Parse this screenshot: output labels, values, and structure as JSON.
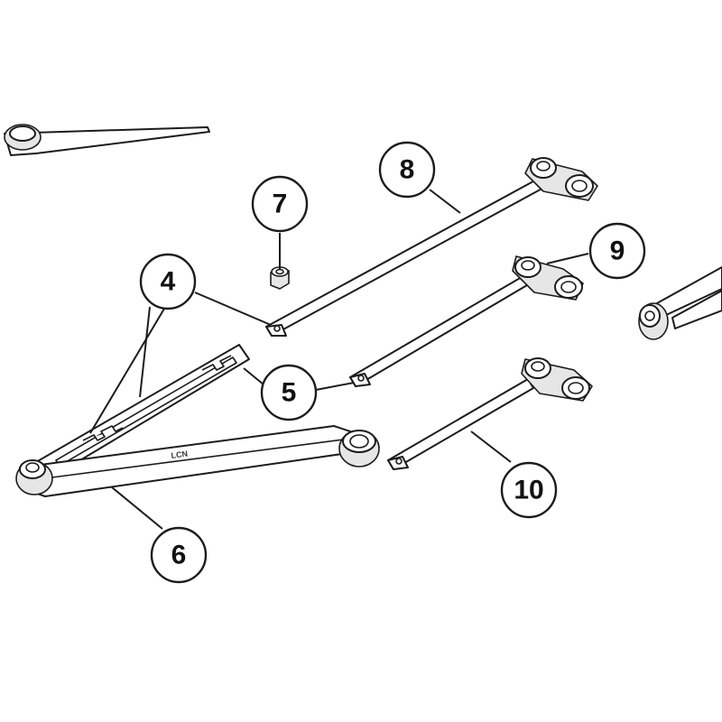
{
  "callouts": [
    {
      "label": "4"
    },
    {
      "label": "5"
    },
    {
      "label": "6"
    },
    {
      "label": "7"
    },
    {
      "label": "8"
    },
    {
      "label": "9"
    },
    {
      "label": "10"
    }
  ],
  "parts": {
    "arm_brand_text": "LCN"
  }
}
